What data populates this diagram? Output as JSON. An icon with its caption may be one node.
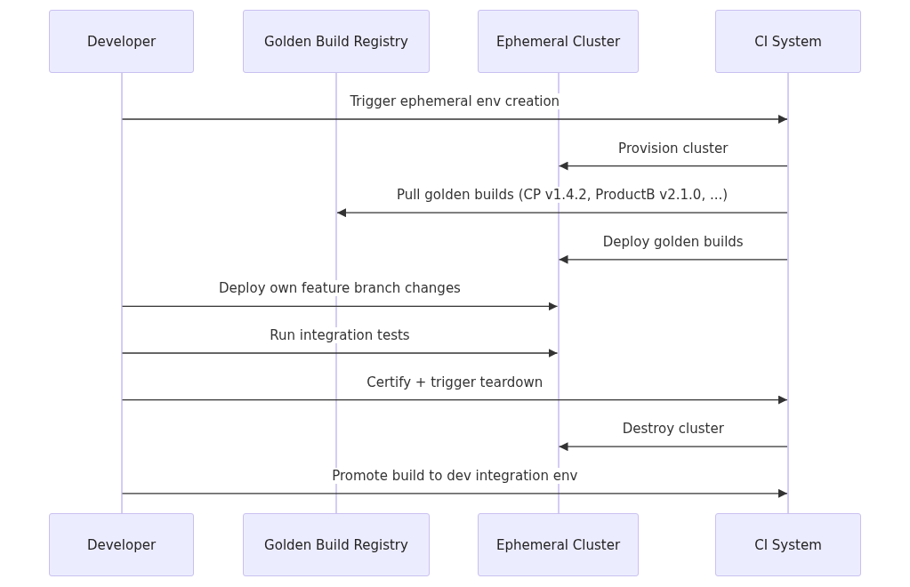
{
  "diagram": {
    "nodes": [
      {
        "text": [
          "Developer"
        ]
      },
      {
        "text": [
          "Golden Build Registry"
        ]
      },
      {
        "text": [
          "Ephemeral Cluster"
        ]
      },
      {
        "text": [
          "CI System"
        ]
      },
      {
        "text": [
          "Developer"
        ]
      },
      {
        "text": [
          "Golden Build Registry"
        ]
      },
      {
        "text": [
          "Ephemeral Cluster"
        ]
      },
      {
        "text": [
          "CI System"
        ]
      },
      {
        "text": [],
        "shape": "line"
      },
      {
        "text": [],
        "shape": "line"
      },
      {
        "text": [],
        "shape": "line"
      },
      {
        "text": [],
        "shape": "line"
      }
    ],
    "edges": [
      {
        "from": 8,
        "to": 11,
        "arrow": "to",
        "label": "Trigger ephemeral env creation"
      },
      {
        "from": 11,
        "to": 10,
        "arrow": "to",
        "label": "Provision cluster"
      },
      {
        "from": 11,
        "to": 9,
        "arrow": "to",
        "label": "Pull golden builds (CP v1.4.2, ProductB v2.1.0, ...)"
      },
      {
        "from": 11,
        "to": 10,
        "arrow": "to",
        "label": "Deploy golden builds"
      },
      {
        "from": 8,
        "to": 10,
        "arrow": "to",
        "label": "Deploy own feature branch changes"
      },
      {
        "from": 8,
        "to": 10,
        "arrow": "to",
        "label": "Run integration tests"
      },
      {
        "from": 8,
        "to": 11,
        "arrow": "to",
        "label": "Certify + trigger teardown"
      },
      {
        "from": 11,
        "to": 10,
        "arrow": "to",
        "label": "Destroy cluster"
      },
      {
        "from": 8,
        "to": 11,
        "arrow": "to",
        "label": "Promote build to dev integration env"
      }
    ]
  }
}
